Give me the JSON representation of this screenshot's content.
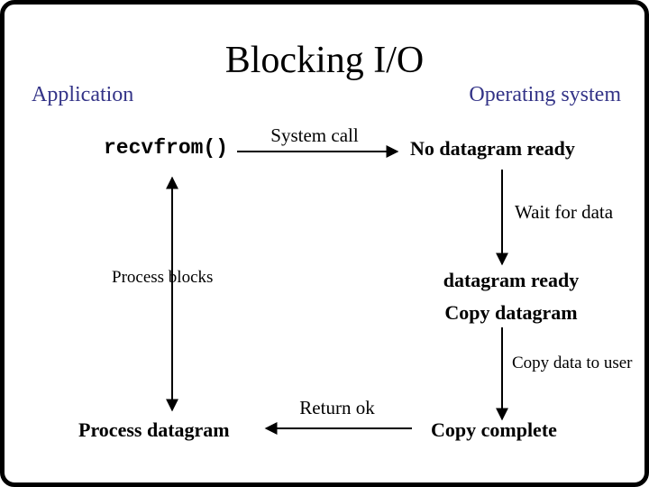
{
  "slide": {
    "title": "Blocking I/O",
    "accent_color": "#333387",
    "columns": {
      "left_label": "Application",
      "right_label": "Operating system"
    },
    "nodes": {
      "recvfrom": "recvfrom()",
      "no_datagram_ready": "No datagram ready",
      "process_blocks": "Process blocks",
      "datagram_ready": "datagram ready",
      "copy_datagram": "Copy datagram",
      "process_datagram": "Process datagram",
      "copy_complete": "Copy complete"
    },
    "edges": {
      "system_call": "System call",
      "wait_for_data": "Wait for data",
      "copy_data_to_user": "Copy data to user",
      "return_ok": "Return ok"
    }
  }
}
